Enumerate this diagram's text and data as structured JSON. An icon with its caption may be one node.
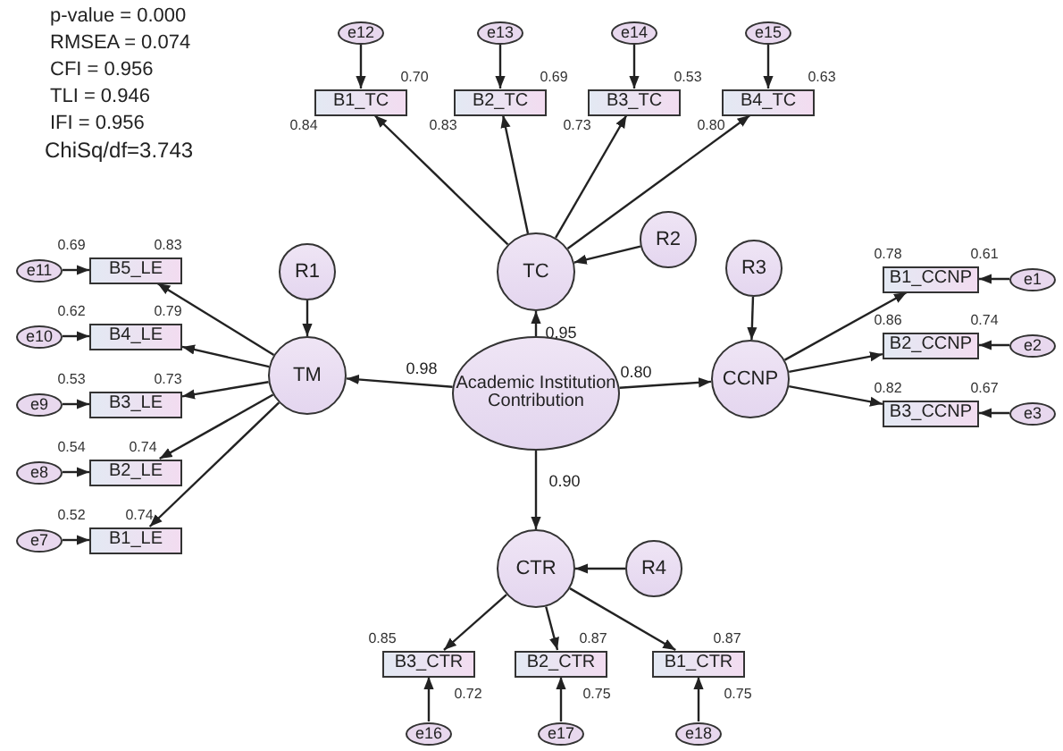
{
  "diagram": {
    "nodes": [
      {
        "text": [
          "e12"
        ]
      },
      {
        "text": [
          "e13"
        ]
      },
      {
        "text": [
          "e14"
        ]
      },
      {
        "text": [
          "e15"
        ]
      },
      {
        "text": [
          "B1_TC"
        ],
        "beside": [
          "0.70",
          "0.84"
        ]
      },
      {
        "text": [
          "B2_TC"
        ],
        "beside": [
          "0.69",
          "0.83"
        ]
      },
      {
        "text": [
          "B3_TC"
        ],
        "beside": [
          "0.53",
          "0.73"
        ]
      },
      {
        "text": [
          "B4_TC"
        ],
        "beside": [
          "0.63",
          "0.80"
        ]
      },
      {
        "text": [
          "TC"
        ]
      },
      {
        "text": [
          "R2"
        ]
      },
      {
        "text": [
          "R1"
        ]
      },
      {
        "text": [
          "R3"
        ]
      },
      {
        "text": [
          "e11"
        ]
      },
      {
        "text": [
          "B5_LE"
        ],
        "beside": [
          "0.69",
          "0.83"
        ]
      },
      {
        "text": [
          "e10"
        ]
      },
      {
        "text": [
          "B4_LE"
        ],
        "beside": [
          "0.62",
          "0.79"
        ]
      },
      {
        "text": [
          "e9"
        ]
      },
      {
        "text": [
          "B3_LE"
        ],
        "beside": [
          "0.53",
          "0.73"
        ]
      },
      {
        "text": [
          "e8"
        ]
      },
      {
        "text": [
          "B2_LE"
        ],
        "beside": [
          "0.54",
          "0.74"
        ]
      },
      {
        "text": [
          "e7"
        ]
      },
      {
        "text": [
          "B1_LE"
        ],
        "beside": [
          "0.52",
          "0.74"
        ]
      },
      {
        "text": [
          "TM"
        ]
      },
      {
        "text": [
          "Academic Institution Contribution"
        ]
      },
      {
        "text": [
          "CCNP"
        ]
      },
      {
        "text": [
          "B1_CCNP"
        ],
        "beside": [
          "0.78",
          "0.61"
        ]
      },
      {
        "text": [
          "e1"
        ]
      },
      {
        "text": [
          "B2_CCNP"
        ],
        "beside": [
          "0.86",
          "0.74"
        ]
      },
      {
        "text": [
          "e2"
        ]
      },
      {
        "text": [
          "B3_CCNP"
        ],
        "beside": [
          "0.82",
          "0.67"
        ]
      },
      {
        "text": [
          "e3"
        ]
      },
      {
        "text": [
          "CTR"
        ]
      },
      {
        "text": [
          "R4"
        ]
      },
      {
        "text": [
          "B3_CTR"
        ],
        "beside": [
          "0.85",
          "0.72"
        ]
      },
      {
        "text": [
          "B2_CTR"
        ],
        "beside": [
          "0.87",
          "0.75"
        ]
      },
      {
        "text": [
          "B1_CTR"
        ],
        "beside": [
          "0.87",
          "0.75"
        ]
      },
      {
        "text": [
          "e16"
        ]
      },
      {
        "text": [
          "e17"
        ]
      },
      {
        "text": [
          "e18"
        ]
      }
    ],
    "edges": [
      {
        "from": 0,
        "to": 4,
        "arrow": "to"
      },
      {
        "from": 1,
        "to": 5,
        "arrow": "to"
      },
      {
        "from": 2,
        "to": 6,
        "arrow": "to"
      },
      {
        "from": 3,
        "to": 7,
        "arrow": "to"
      },
      {
        "from": 8,
        "to": 4,
        "arrow": "to"
      },
      {
        "from": 8,
        "to": 5,
        "arrow": "to"
      },
      {
        "from": 8,
        "to": 6,
        "arrow": "to"
      },
      {
        "from": 8,
        "to": 7,
        "arrow": "to"
      },
      {
        "from": 9,
        "to": 8,
        "arrow": "to"
      },
      {
        "from": 10,
        "to": 22,
        "arrow": "to"
      },
      {
        "from": 11,
        "to": 24,
        "arrow": "to"
      },
      {
        "from": 12,
        "to": 13,
        "arrow": "to"
      },
      {
        "from": 14,
        "to": 15,
        "arrow": "to"
      },
      {
        "from": 16,
        "to": 17,
        "arrow": "to"
      },
      {
        "from": 18,
        "to": 19,
        "arrow": "to"
      },
      {
        "from": 20,
        "to": 21,
        "arrow": "to"
      },
      {
        "from": 22,
        "to": 13,
        "arrow": "to"
      },
      {
        "from": 22,
        "to": 15,
        "arrow": "to"
      },
      {
        "from": 22,
        "to": 17,
        "arrow": "to"
      },
      {
        "from": 22,
        "to": 19,
        "arrow": "to"
      },
      {
        "from": 22,
        "to": 21,
        "arrow": "to"
      },
      {
        "from": 23,
        "to": 8,
        "label": "0.95",
        "arrow": "to"
      },
      {
        "from": 23,
        "to": 22,
        "label": "0.98",
        "arrow": "to"
      },
      {
        "from": 23,
        "to": 24,
        "label": "0.80",
        "arrow": "to"
      },
      {
        "from": 23,
        "to": 31,
        "label": "0.90",
        "arrow": "to"
      },
      {
        "from": 24,
        "to": 25,
        "arrow": "to"
      },
      {
        "from": 24,
        "to": 27,
        "arrow": "to"
      },
      {
        "from": 24,
        "to": 29,
        "arrow": "to"
      },
      {
        "from": 26,
        "to": 25,
        "arrow": "to"
      },
      {
        "from": 28,
        "to": 27,
        "arrow": "to"
      },
      {
        "from": 30,
        "to": 29,
        "arrow": "to"
      },
      {
        "from": 32,
        "to": 31,
        "arrow": "to"
      },
      {
        "from": 31,
        "to": 33,
        "arrow": "to"
      },
      {
        "from": 31,
        "to": 34,
        "arrow": "to"
      },
      {
        "from": 31,
        "to": 35,
        "arrow": "to"
      },
      {
        "from": 36,
        "to": 33,
        "arrow": "to"
      },
      {
        "from": 37,
        "to": 34,
        "arrow": "to"
      },
      {
        "from": 38,
        "to": 35,
        "arrow": "to"
      }
    ],
    "labels": [
      "p-value = 0.000",
      "RMSEA = 0.074",
      "CFI = 0.956",
      "TLI = 0.946",
      "IFI = 0.956",
      "ChiSq/df=3.743"
    ]
  }
}
